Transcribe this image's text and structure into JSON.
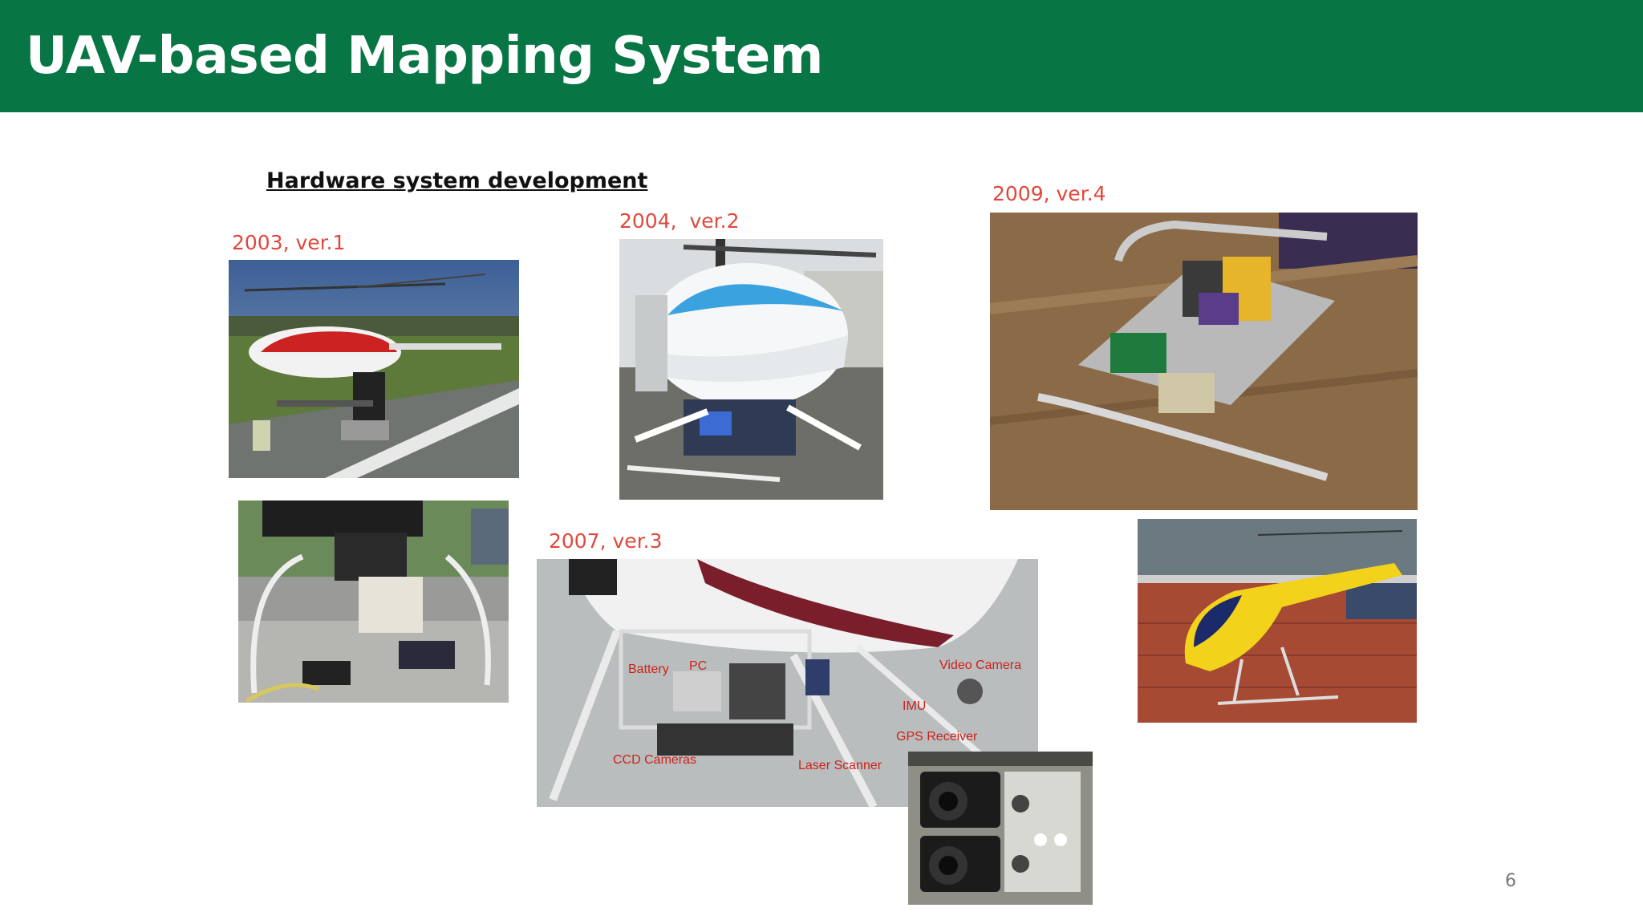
{
  "slide": {
    "title": "UAV-based Mapping System",
    "subtitle": "Hardware system development",
    "page_number": "6"
  },
  "captions": {
    "v1": "2003, ver.1",
    "v2": "2004,  ver.2",
    "v3": "2007, ver.3",
    "v4": "2009, ver.4"
  },
  "v3_labels": {
    "battery": "Battery",
    "pc": "PC",
    "video_camera": "Video Camera",
    "imu": "IMU",
    "gps_receiver": "GPS Receiver",
    "ccd_cameras": "CCD Cameras",
    "laser_scanner": "Laser Scanner"
  },
  "colors": {
    "header_bg": "#087544",
    "caption": "#e0483c"
  }
}
